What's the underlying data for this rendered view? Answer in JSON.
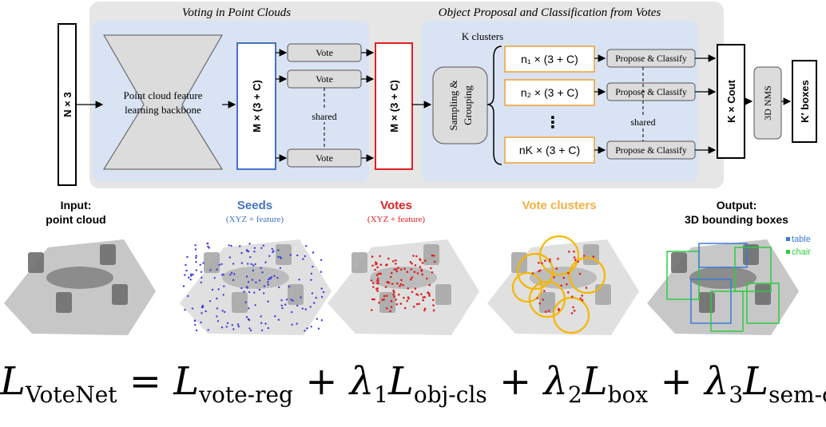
{
  "sections": {
    "voting_title": "Voting in Point Clouds",
    "proposal_title": "Object Proposal and Classification from Votes"
  },
  "blocks": {
    "input_dim": "N × 3",
    "backbone_line1": "Point cloud feature",
    "backbone_line2": "learning backbone",
    "seed_dim": "M × (3 + C)",
    "vote_label": "Vote",
    "shared_label": "shared",
    "vote_dim": "M × (3 + C)",
    "k_clusters": "K clusters",
    "sampling_line1": "Sampling &",
    "sampling_line2": "Grouping",
    "cluster_1": "n₁ × (3 + C)",
    "cluster_2": "n₂ × (3 + C)",
    "cluster_k": "nK × (3 + C)",
    "dots": "⋮",
    "propose_label": "Propose & Classify",
    "output_dim": "K × Cout",
    "nms": "3D NMS",
    "final_dim": "K′ boxes"
  },
  "panels": [
    {
      "title": "Input:",
      "subtitle": "point cloud",
      "title_color": "#000000"
    },
    {
      "title": "Seeds",
      "subtitle": "(XYZ + feature)",
      "title_color": "#4472c4"
    },
    {
      "title": "Votes",
      "subtitle": "(XYZ + feature)",
      "title_color": "#e02020"
    },
    {
      "title": "Vote clusters",
      "subtitle": "",
      "title_color": "#f5b041"
    },
    {
      "title": "Output:",
      "subtitle": "3D bounding boxes",
      "title_color": "#000000"
    }
  ],
  "legend": [
    {
      "label": "table",
      "color": "#3a7bd5"
    },
    {
      "label": "chair",
      "color": "#2ecc40"
    }
  ],
  "colors": {
    "panel_bg": "#e6e6e6",
    "inner_bg": "#d9e3f3",
    "seed_border": "#4472c4",
    "vote_border": "#e02020",
    "cluster_border": "#f0a030",
    "seed_points": "#3a3adf",
    "vote_points": "#e02020",
    "cluster_circles": "#f5b700"
  },
  "formula": {
    "lhs": "L",
    "lhs_sub": "VoteNet",
    "t1": "L",
    "t1_sub": "vote-reg",
    "l1": "λ",
    "l1_sub": "1",
    "t2": "L",
    "t2_sub": "obj-cls",
    "l2": "λ",
    "l2_sub": "2",
    "t3": "L",
    "t3_sub": "box",
    "l3": "λ",
    "l3_sub": "3",
    "t4": "L",
    "t4_sub": "sem-cls"
  }
}
